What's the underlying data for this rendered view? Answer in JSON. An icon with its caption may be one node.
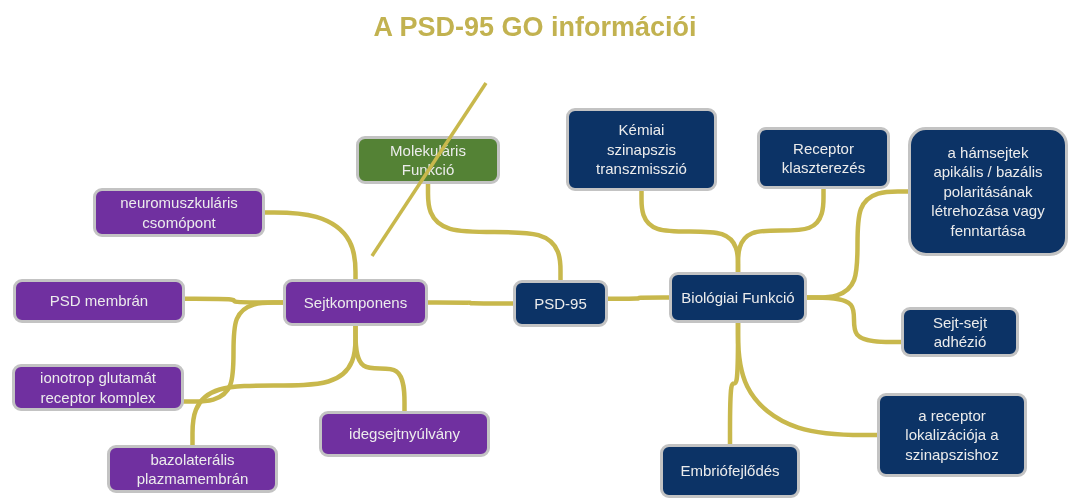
{
  "diagram": {
    "title": "A PSD-95 GO információi",
    "nodes": [
      {
        "text": [
          "PSD-95"
        ]
      },
      {
        "text": [
          "Sejtkomponens"
        ]
      },
      {
        "text": [
          "Molekuláris Funkció"
        ]
      },
      {
        "text": [
          "Biológiai Funkció"
        ]
      },
      {
        "text": [
          "neuromuszkuláris csomópont"
        ]
      },
      {
        "text": [
          "PSD membrán"
        ]
      },
      {
        "text": [
          "ionotrop glutamát receptor komplex"
        ]
      },
      {
        "text": [
          "bazolaterális plazmamembrán"
        ]
      },
      {
        "text": [
          "idegsejtnyúlvány"
        ]
      },
      {
        "text": [
          "Kémiai szinapszis transzmisszió"
        ]
      },
      {
        "text": [
          "Receptor klaszterezés"
        ]
      },
      {
        "text": [
          "a hámsejtek apikális / bazális polaritásának létrehozása vagy fenntartása"
        ]
      },
      {
        "text": [
          "Sejt-sejt adhézió"
        ]
      },
      {
        "text": [
          "a receptor lokalizációja a szinapszishoz"
        ]
      },
      {
        "text": [
          "Embriófejlődés"
        ]
      }
    ],
    "edges": [
      {
        "from": 0,
        "to": 1,
        "arrow": "none"
      },
      {
        "from": 0,
        "to": 2,
        "arrow": "none"
      },
      {
        "from": 0,
        "to": 3,
        "arrow": "none"
      },
      {
        "from": 1,
        "to": 4,
        "arrow": "none"
      },
      {
        "from": 1,
        "to": 5,
        "arrow": "none"
      },
      {
        "from": 1,
        "to": 6,
        "arrow": "none"
      },
      {
        "from": 1,
        "to": 7,
        "arrow": "none"
      },
      {
        "from": 1,
        "to": 8,
        "arrow": "none"
      },
      {
        "from": 3,
        "to": 9,
        "arrow": "none"
      },
      {
        "from": 3,
        "to": 10,
        "arrow": "none"
      },
      {
        "from": 3,
        "to": 11,
        "arrow": "none"
      },
      {
        "from": 3,
        "to": 12,
        "arrow": "none"
      },
      {
        "from": 3,
        "to": 13,
        "arrow": "none"
      },
      {
        "from": 3,
        "to": 14,
        "arrow": "none"
      }
    ]
  }
}
